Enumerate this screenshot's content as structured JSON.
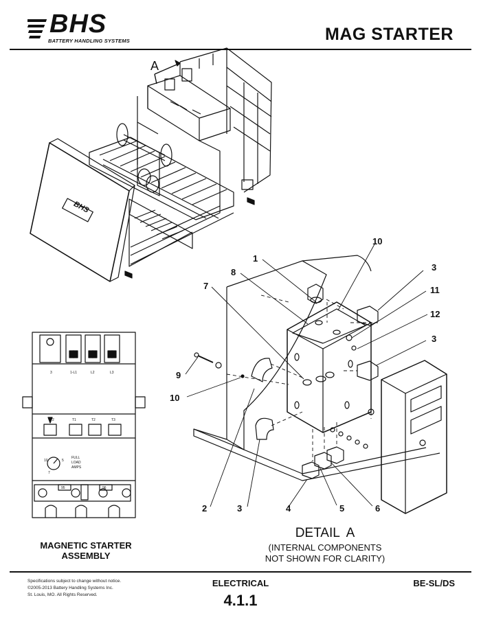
{
  "header": {
    "logo_text": "BHS",
    "logo_subtitle": "BATTERY HANDLING SYSTEMS",
    "title": "MAG STARTER"
  },
  "iso_view": {
    "view_marker": "A",
    "panel_logo": "BHS"
  },
  "starter": {
    "top_terminals": [
      "3",
      "1-L1",
      "L2",
      "L3"
    ],
    "bottom_terminals": [
      "2",
      "T1",
      "T2",
      "T3"
    ],
    "dial_labels": [
      "10",
      "5",
      "7"
    ],
    "dial_caption": [
      "FULL",
      "LOAD",
      "AMPS"
    ],
    "aux_labels": [
      "95",
      "96"
    ],
    "caption_line1": "MAGNETIC STARTER",
    "caption_line2": "ASSEMBLY"
  },
  "detail": {
    "callouts": [
      {
        "id": "c1",
        "text": "1"
      },
      {
        "id": "c8",
        "text": "8"
      },
      {
        "id": "c7",
        "text": "7"
      },
      {
        "id": "c9",
        "text": "9"
      },
      {
        "id": "c10a",
        "text": "10"
      },
      {
        "id": "c10b",
        "text": "10"
      },
      {
        "id": "c3a",
        "text": "3"
      },
      {
        "id": "c11",
        "text": "11"
      },
      {
        "id": "c12",
        "text": "12"
      },
      {
        "id": "c3b",
        "text": "3"
      },
      {
        "id": "c2",
        "text": "2"
      },
      {
        "id": "c3c",
        "text": "3"
      },
      {
        "id": "c4",
        "text": "4"
      },
      {
        "id": "c5",
        "text": "5"
      },
      {
        "id": "c6",
        "text": "6"
      }
    ],
    "title": "DETAIL  A",
    "note_line1": "(INTERNAL COMPONENTS",
    "note_line2": "NOT SHOWN FOR CLARITY)"
  },
  "footer": {
    "fine_print": [
      "Specifications subject to change without notice.",
      "©2005-2013 Battery Handling Systems Inc.",
      "St. Louis, MO.  All Rights Reserved."
    ],
    "section_label": "ELECTRICAL",
    "section_number": "4.1.1",
    "model_code": "BE-SL/DS"
  }
}
